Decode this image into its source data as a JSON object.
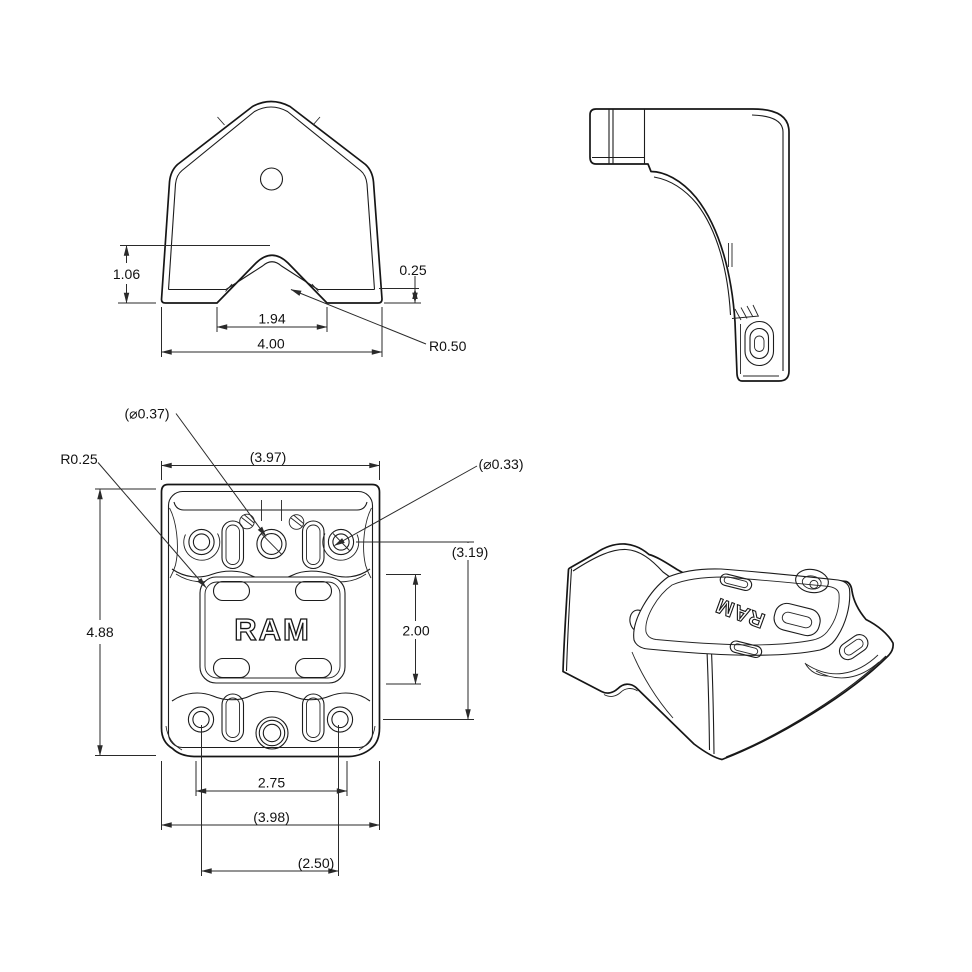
{
  "drawing": {
    "brand": "RAM",
    "colors": {
      "background": "#ffffff",
      "part_line": "#161616",
      "dimension_line": "#2a2a2a",
      "text": "#111111"
    },
    "views": {
      "front": {
        "name": "front view",
        "dims": {
          "flange_height": "1.06",
          "material_thickness": "0.25",
          "notch_width": "1.94",
          "overall_width": "4.00",
          "notch_radius": "R0.50"
        }
      },
      "side": {
        "name": "side profile view"
      },
      "bottom": {
        "name": "bottom plan view",
        "label": "RAM",
        "dims": {
          "top_screw_dia": "(⌀0.37)",
          "corner_radius": "R0.25",
          "width_ref": "(3.97)",
          "side_hole_dia": "(⌀0.33)",
          "hole_span": "(3.19)",
          "plate_slot_spacing": "2.00",
          "overall_height": "4.88",
          "lower_slot_spacing": "2.75",
          "base_width": "(3.98)",
          "lower_hole_spacing": "(2.50)"
        }
      },
      "isometric": {
        "name": "isometric view",
        "label": "RAM"
      }
    }
  }
}
